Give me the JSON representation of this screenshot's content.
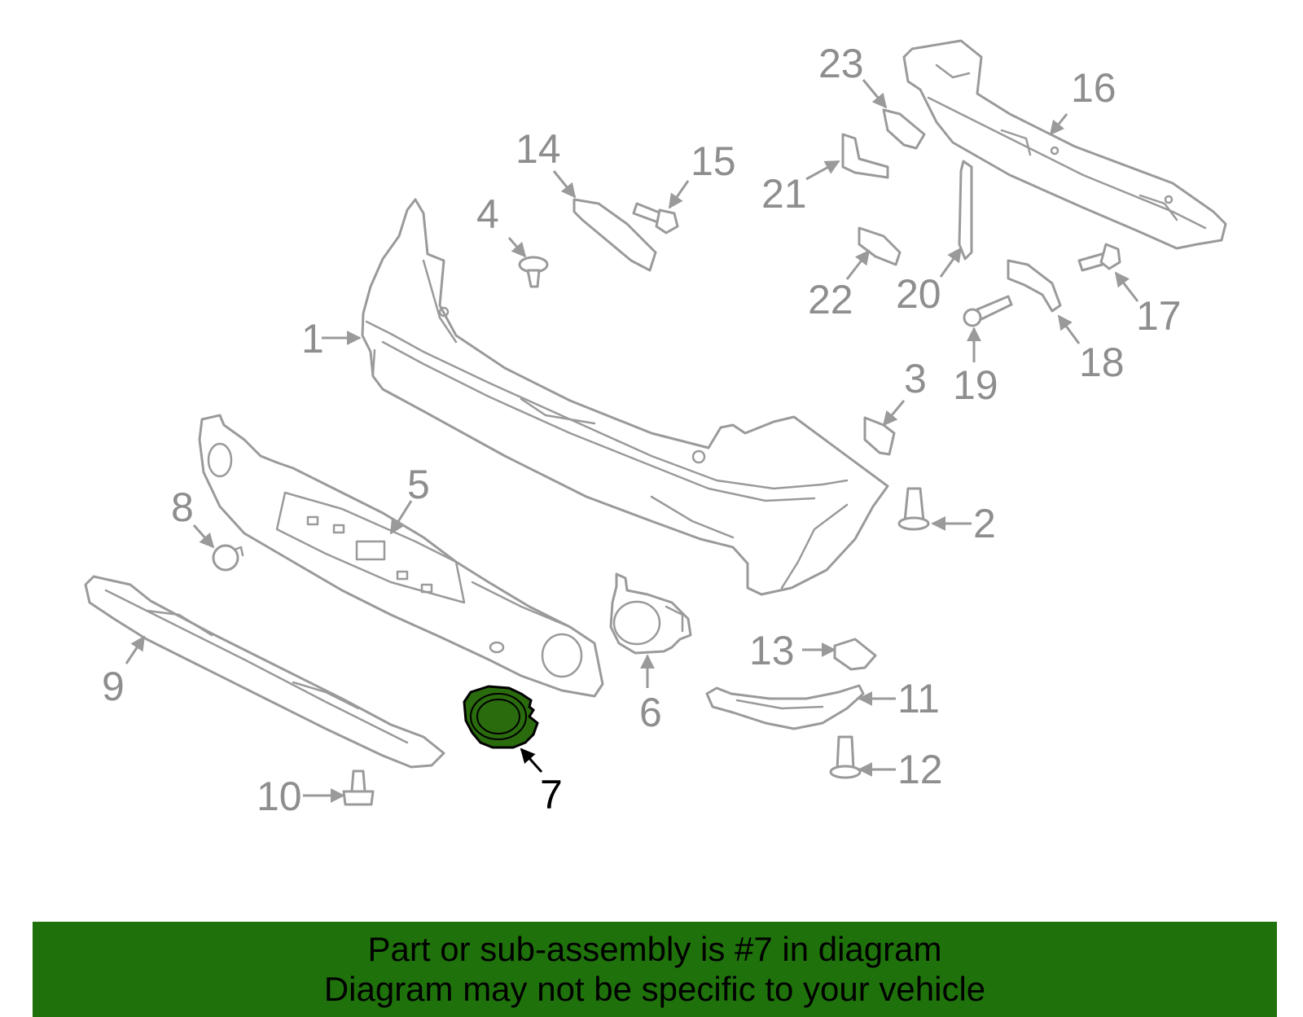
{
  "diagram": {
    "highlight_part": "7",
    "highlight_color": "#2a6b0e",
    "part_color": "#9a9a9a",
    "labels": {
      "p1": "1",
      "p2": "2",
      "p3": "3",
      "p4": "4",
      "p5": "5",
      "p6": "6",
      "p7": "7",
      "p8": "8",
      "p9": "9",
      "p10": "10",
      "p11": "11",
      "p12": "12",
      "p13": "13",
      "p14": "14",
      "p15": "15",
      "p16": "16",
      "p17": "17",
      "p18": "18",
      "p19": "19",
      "p20": "20",
      "p21": "21",
      "p22": "22",
      "p23": "23"
    }
  },
  "banner": {
    "line1": "Part or sub-assembly is #7 in diagram",
    "line2": "Diagram may not be specific to your vehicle",
    "background_color": "#1f720b"
  }
}
